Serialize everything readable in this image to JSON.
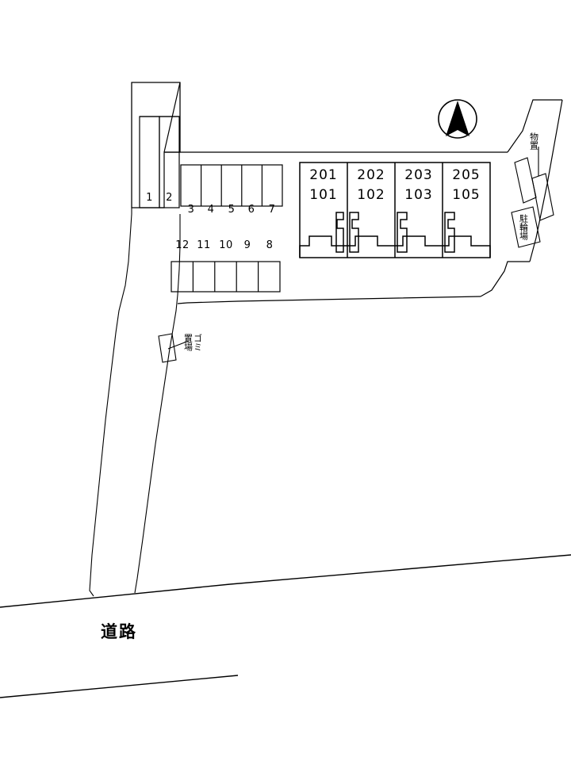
{
  "plan": {
    "title": "apartment-site-plan",
    "stroke_color": "#000000",
    "background_color": "#ffffff",
    "north_arrow": {
      "name": "north-arrow",
      "shape": "circle-with-solid-triangle",
      "fill": "#000000"
    },
    "road": {
      "label": "道路"
    },
    "building": {
      "units": [
        {
          "upper": "201",
          "lower": "101"
        },
        {
          "upper": "202",
          "lower": "102"
        },
        {
          "upper": "203",
          "lower": "103"
        },
        {
          "upper": "205",
          "lower": "105"
        }
      ]
    },
    "parking": {
      "row_left": [
        "1",
        "2"
      ],
      "row_top": [
        "3",
        "4",
        "5",
        "6",
        "7"
      ],
      "row_bottom": [
        "12",
        "11",
        "10",
        "9",
        "8"
      ]
    },
    "facilities": [
      {
        "name": "storage",
        "label": "物置"
      },
      {
        "name": "bicycle-parking",
        "label": "駐輪場"
      },
      {
        "name": "garbage-area",
        "label": "ゴミ置場",
        "line1": "ゴミ",
        "line2": "置場"
      }
    ]
  }
}
